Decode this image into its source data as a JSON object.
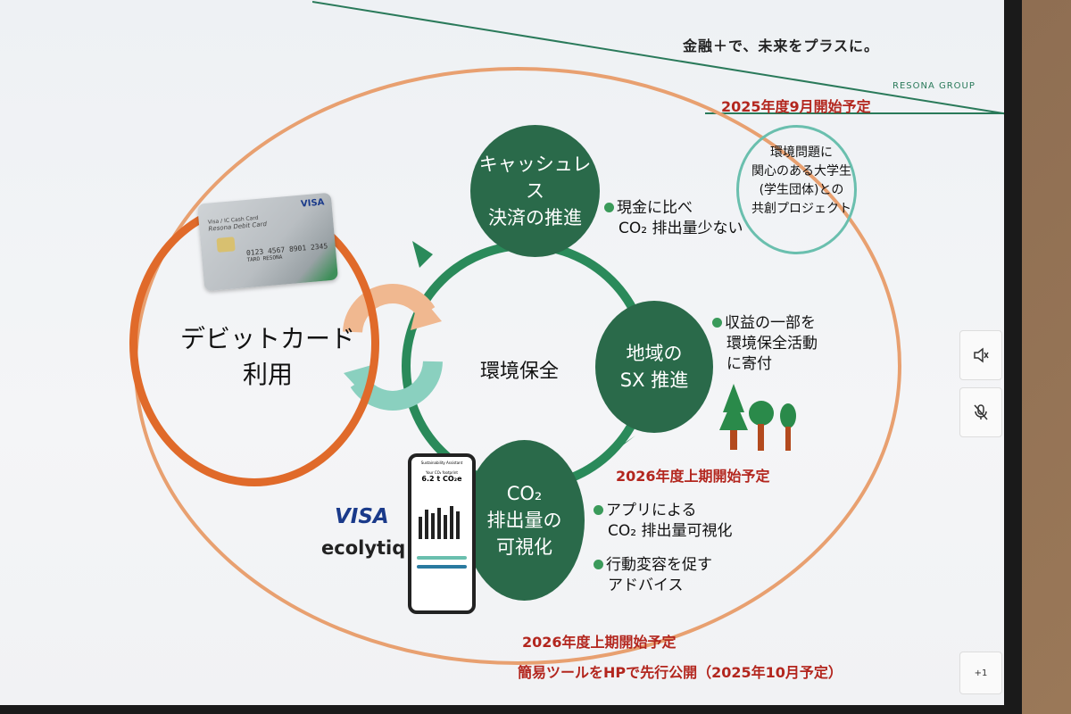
{
  "header": {
    "tagline": "金融＋で、未来をプラスに。",
    "group": "RESONA GROUP"
  },
  "debit": {
    "label_line1": "デビットカード",
    "label_line2": "利用",
    "card": {
      "brand": "VISA",
      "line1": "Visa / IC Cash Card",
      "line2": "Resona Debit Card",
      "number": "0123 4567 8901 2345",
      "holder": "TARO RESONA"
    }
  },
  "center": {
    "label": "環境保全"
  },
  "nodes": {
    "cashless": {
      "line1": "キャッシュレス",
      "line2": "決済の推進"
    },
    "regional": {
      "line1": "地域の",
      "line2": "SX 推進"
    },
    "co2": {
      "line1": "CO₂",
      "line2": "排出量の",
      "line3": "可視化"
    }
  },
  "bullets": {
    "cashless": {
      "line1": "現金に比べ",
      "line2": "CO₂ 排出量少ない"
    },
    "regional": {
      "line1": "収益の一部を",
      "line2": "環境保全活動",
      "line3": "に寄付"
    },
    "app": {
      "line1": "アプリによる",
      "line2": "CO₂ 排出量可視化"
    },
    "advice": {
      "line1": "行動変容を促す",
      "line2": "アドバイス"
    }
  },
  "project": {
    "start": "2025年度9月開始予定",
    "line1": "環境問題に",
    "line2": "関心のある大学生",
    "line3": "(学生団体)との",
    "line4": "共創プロジェクト"
  },
  "schedule": {
    "regional_start": "2026年度上期開始予定",
    "co2_start": "2026年度上期開始予定",
    "tool_note": "簡易ツールをHPで先行公開（2025年10月予定）"
  },
  "partners": {
    "visa": "VISA",
    "ecolytiq": "ecolytiq"
  },
  "phone": {
    "title": "Sustainability Assistant",
    "label": "Your CO₂ footprint",
    "value": "6.2 t CO₂e"
  },
  "side_controls": {
    "counter": "+1",
    "speaker_icon": "speaker-icon",
    "mic_off_icon": "mic-off-icon"
  },
  "colors": {
    "dark_green": "#2a6a4a",
    "orange": "#e06a2a",
    "red": "#b3261e",
    "teal": "#6abfae"
  }
}
